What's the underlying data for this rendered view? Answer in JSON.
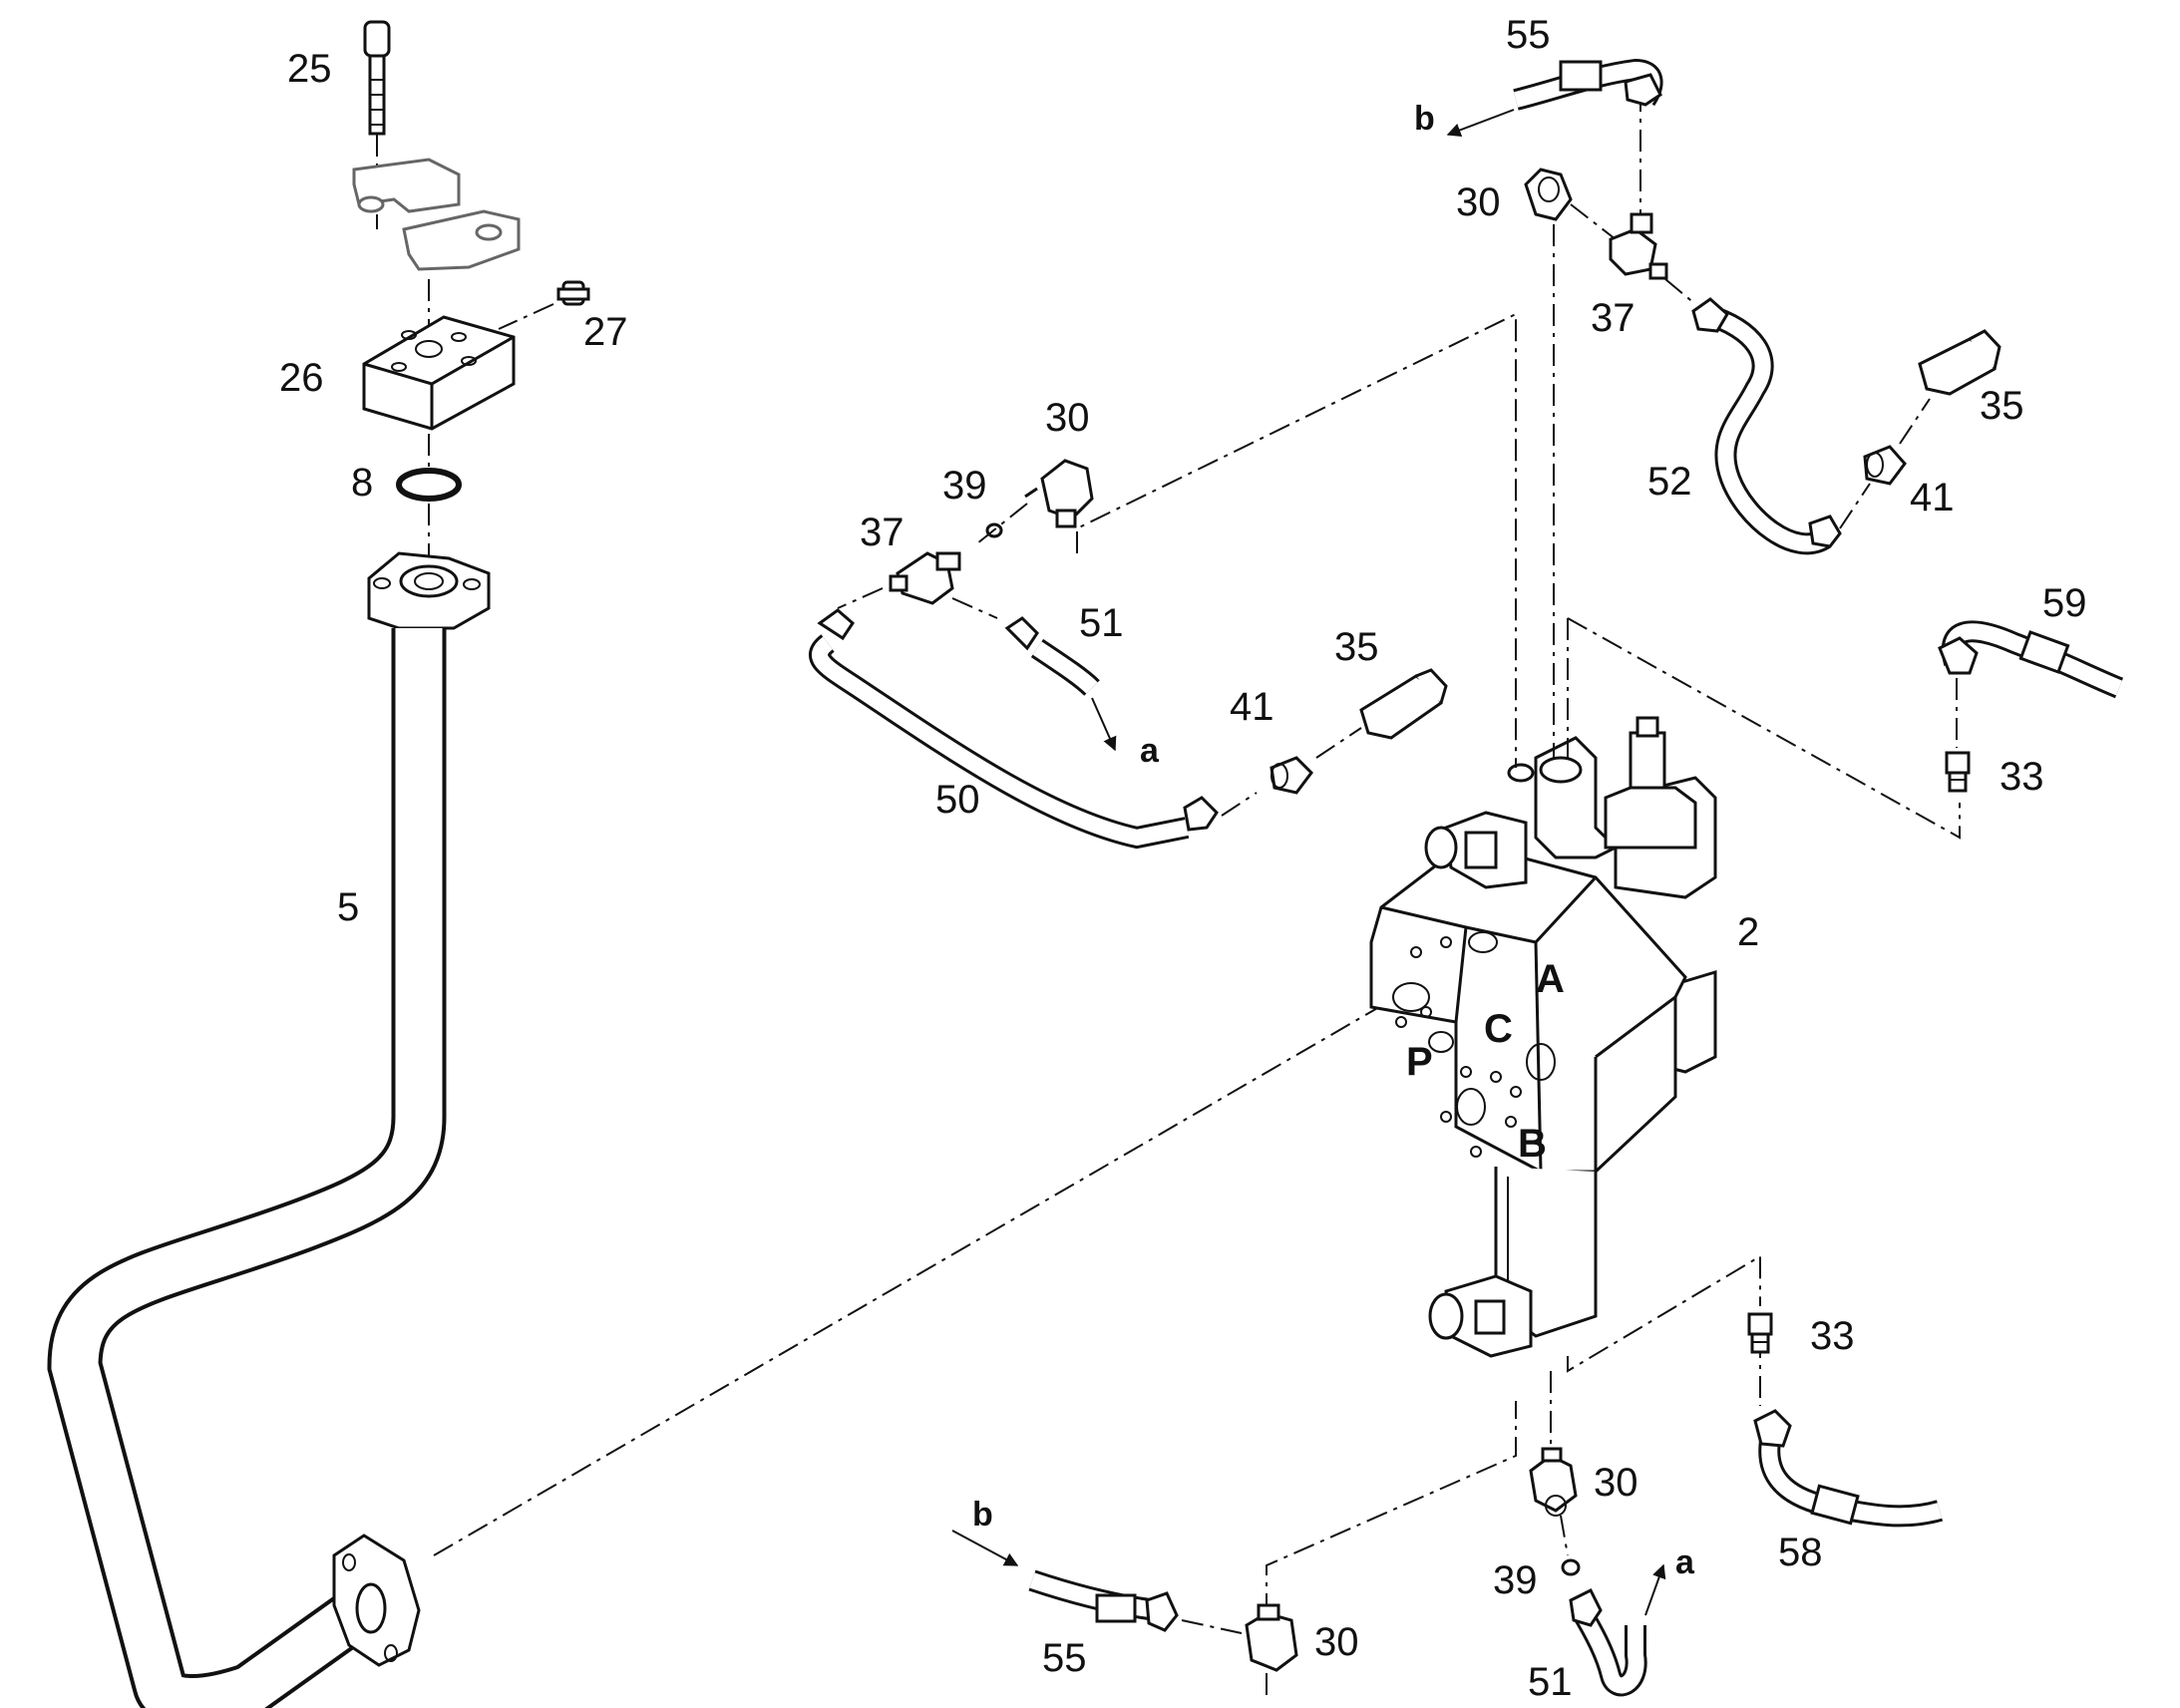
{
  "callouts": {
    "c25": "25",
    "c26": "26",
    "c27": "27",
    "c8": "8",
    "c5": "5",
    "c30a": "30",
    "c39a": "39",
    "c37a": "37",
    "c51a": "51",
    "c50": "50",
    "c35a": "35",
    "c41a": "41",
    "c55a": "55",
    "c30b": "30",
    "c37b": "37",
    "c52": "52",
    "c35b": "35",
    "c41b": "41",
    "c59": "59",
    "c33a": "33",
    "c2": "2",
    "c33b": "33",
    "c30c": "30",
    "c39b": "39",
    "c51b": "51",
    "c58": "58",
    "c55b": "55",
    "c30d": "30"
  },
  "ports": {
    "A": "A",
    "B": "B",
    "C": "C",
    "P": "P"
  },
  "flow_markers": {
    "a_top": "a",
    "b_top": "b",
    "a_bottom": "a",
    "b_bottom": "b"
  }
}
